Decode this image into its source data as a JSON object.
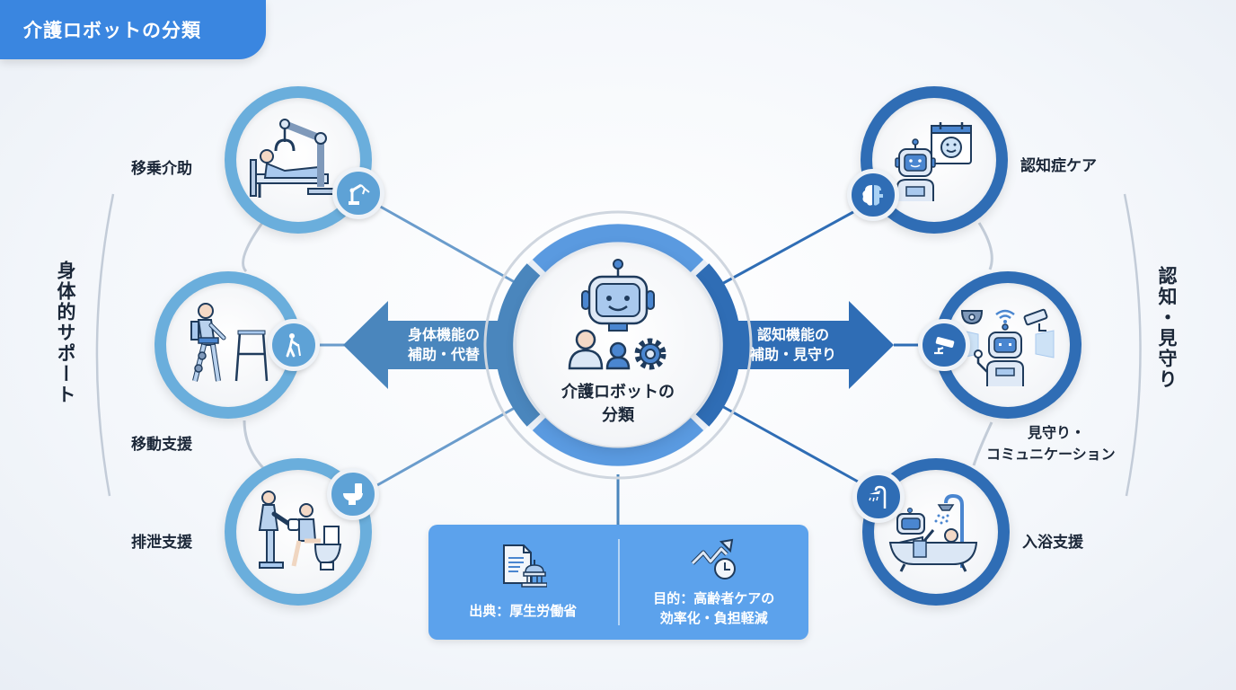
{
  "header": {
    "title": "介護ロボットの分類"
  },
  "center": {
    "title_line1": "介護ロボットの",
    "title_line2": "分類",
    "icon": "robot-with-people-gear-icon"
  },
  "arrows": {
    "left": {
      "line1": "身体機能の",
      "line2": "補助・代替",
      "color": "#4a86bd"
    },
    "right": {
      "line1": "認知機能の",
      "line2": "補助・見守り",
      "color": "#2f6db5"
    }
  },
  "groups": {
    "left": {
      "label": "身体的サポート"
    },
    "right": {
      "label": "認知・見守り"
    }
  },
  "categories": {
    "left": [
      {
        "label": "移乗介助",
        "icon": "transfer-robot-arm-bed-icon",
        "badge_icon": "robot-arm-icon"
      },
      {
        "label": "移動支援",
        "icon": "walking-exoskeleton-walker-icon",
        "badge_icon": "walking-cane-person-icon"
      },
      {
        "label": "排泄支援",
        "icon": "toilet-assist-icon",
        "badge_icon": "toilet-icon"
      }
    ],
    "right": [
      {
        "label": "認知症ケア",
        "icon": "robot-calendar-smile-icon",
        "badge_icon": "brain-puzzle-icon"
      },
      {
        "label_line1": "見守り・",
        "label_line2": "コミュニケーション",
        "icon": "robot-cameras-wifi-icon",
        "badge_icon": "security-camera-icon"
      },
      {
        "label": "入浴支援",
        "icon": "robot-bathtub-shower-icon",
        "badge_icon": "shower-icon"
      }
    ]
  },
  "info": {
    "source": {
      "text": "出典：厚生労働省",
      "icon": "document-government-icon"
    },
    "purpose": {
      "line1": "目的：高齢者ケアの",
      "line2": "効率化・負担軽減",
      "icon": "trend-up-clock-icon"
    }
  },
  "colors": {
    "header_bg": "#3a86e0",
    "left_ring": "#6aaedc",
    "right_ring": "#2f6db5",
    "info_bg": "#5ca2ec"
  }
}
